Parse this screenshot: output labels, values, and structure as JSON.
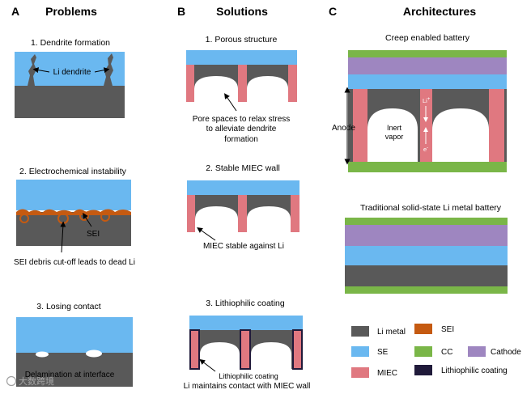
{
  "panels": {
    "a": {
      "letter": "A",
      "title": "Problems",
      "items": [
        {
          "heading": "1. Dendrite formation",
          "label": "Li dendrite"
        },
        {
          "heading": "2. Electrochemical instability",
          "label": "SEI",
          "note": "SEI debris cut-off leads to dead Li"
        },
        {
          "heading": "3. Losing contact",
          "label": "Delamination at interface"
        }
      ]
    },
    "b": {
      "letter": "B",
      "title": "Solutions",
      "items": [
        {
          "heading": "1. Porous structure",
          "note_lines": [
            "Pore spaces to relax stress",
            "to alleviate dendrite",
            "formation"
          ]
        },
        {
          "heading": "2. Stable MIEC wall",
          "note": "MIEC stable against Li"
        },
        {
          "heading": "3. Lithiophilic coating",
          "note_lines": [
            "Lithiophilic coating",
            "Li maintains contact with MIEC wall"
          ]
        }
      ]
    },
    "c": {
      "letter": "C",
      "title": "Architectures",
      "creep": {
        "title": "Creep enabled battery",
        "anode_label": "Anode",
        "inert_line1": "Inert",
        "inert_line2": "vapor",
        "li_ion": "Li",
        "li_sup": "+",
        "electron": "e",
        "electron_sup": "-"
      },
      "traditional": {
        "title": "Traditional solid-state Li metal battery"
      }
    }
  },
  "legend": {
    "items": [
      {
        "label": "Li metal",
        "color": "#595959"
      },
      {
        "label": "SEI",
        "color": "#c55a11"
      },
      {
        "label": "SE",
        "color": "#6ab8f0"
      },
      {
        "label": "CC",
        "color": "#7ab648"
      },
      {
        "label": "Cathode",
        "color": "#9e86c0"
      },
      {
        "label": "MIEC",
        "color": "#e07880"
      },
      {
        "label": "Lithiophilic coating",
        "color": "#201a3a"
      }
    ]
  },
  "watermark": "大数跨境",
  "colors": {
    "li_metal": "#595959",
    "se": "#6ab8f0",
    "miec": "#e07880",
    "cc": "#7ab648",
    "cathode": "#9e86c0",
    "sei": "#c55a11",
    "coating": "#201a3a"
  }
}
